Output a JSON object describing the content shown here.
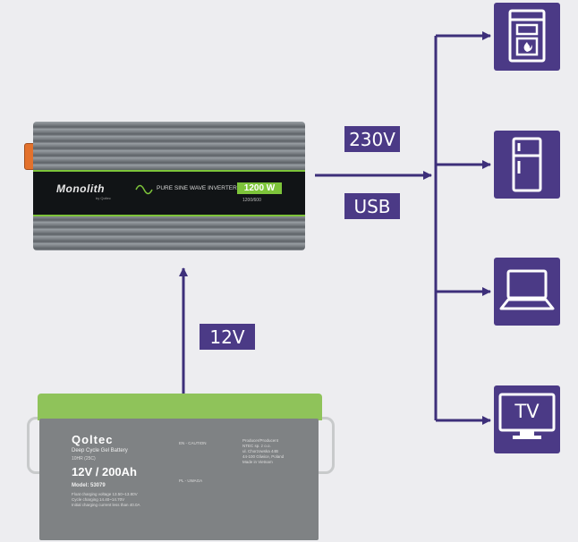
{
  "labels": {
    "ac_output": "230V",
    "usb_output": "USB",
    "dc_input": "12V"
  },
  "devices": [
    {
      "name": "stove",
      "icon": "stove-icon"
    },
    {
      "name": "refrigerator",
      "icon": "refrigerator-icon"
    },
    {
      "name": "laptop",
      "icon": "laptop-icon"
    },
    {
      "name": "tv",
      "icon": "tv-icon",
      "text": "TV"
    }
  ],
  "inverter": {
    "brand": "Monolith",
    "brand_sub": "by Qoltec",
    "type": "PURE SINE WAVE INVERTER",
    "power": "1200 W",
    "model": "1200/600"
  },
  "battery": {
    "logo": "Qoltec",
    "product": "Deep Cycle Gel Battery",
    "rate": "10HR (25C)",
    "capacity": "12V / 200Ah",
    "model": "Model: 53079",
    "specs": [
      "Float charging voltage 13.50~13.80V",
      "Cycle charging 14.40~14.70V",
      "Initial charging current less than 40.0A"
    ],
    "caution": [
      "EN - CAUTION",
      "PL - UWAGA"
    ],
    "producer": [
      "Producer/Producent",
      "NTEC sp. z o.o.",
      "ul. Chorzowska 44B",
      "44-100 Gliwice, Poland",
      "Made in Vietnam"
    ]
  },
  "colors": {
    "accent": "#4b3a86",
    "background": "#ededf0",
    "inverter_green": "#7dc43a",
    "battery_green": "#8fc35a"
  }
}
